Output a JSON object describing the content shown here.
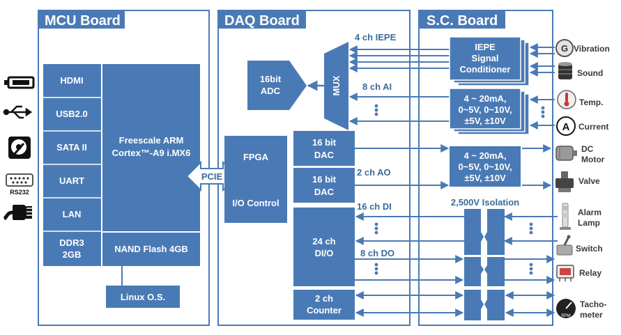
{
  "boards": {
    "mcu": "MCU Board",
    "daq": "DAQ Board",
    "sc": "S.C. Board"
  },
  "mcu": {
    "hdmi": "HDMI",
    "usb": "USB2.0",
    "sata": "SATA II",
    "uart": "UART",
    "lan": "LAN",
    "ddr_line1": "DDR3",
    "ddr_line2": "2GB",
    "cpu_line1": "Freescale ARM",
    "cpu_line2": "Cortex™-A9 i.MX6",
    "nand": "NAND Flash 4GB",
    "os": "Linux O.S.",
    "rs232": "RS232"
  },
  "link": {
    "pcie": "PCIE"
  },
  "daq": {
    "adc_line1": "16bit",
    "adc_line2": "ADC",
    "mux": "MUX",
    "fpga": "FPGA",
    "io_control": "I/O Control",
    "dac_line1": "16 bit",
    "dac_line2": "DAC",
    "dac2_line1": "16 bit",
    "dac2_line2": "DAC",
    "dio_line1": "24 ch",
    "dio_line2": "DI/O",
    "counter_line1": "2 ch",
    "counter_line2": "Counter",
    "iepe_label": "4 ch IEPE",
    "ai_label": "8 ch AI",
    "ao_label": "2 ch AO",
    "di_label": "16 ch DI",
    "do_label": "8 ch DO"
  },
  "sc": {
    "iepe_line1": "IEPE",
    "iepe_line2": "Signal",
    "iepe_line3": "Conditioner",
    "ai_line1": "4 ~ 20mA,",
    "ai_line2": "0~5V, 0~10V,",
    "ai_line3": "±5V, ±10V",
    "ao_line1": "4 ~ 20mA,",
    "ao_line2": "0~5V, 0~10V,",
    "ao_line3": "±5V, ±10V",
    "isolation": "2,500V Isolation"
  },
  "devices": {
    "vibration": "Vibration",
    "sound": "Sound",
    "temp": "Temp.",
    "current": "Current",
    "motor_line1": "DC",
    "motor_line2": "Motor",
    "valve": "Valve",
    "alarm_line1": "Alarm",
    "alarm_line2": "Lamp",
    "switch": "Switch",
    "relay": "Relay",
    "tacho_line1": "Tacho-",
    "tacho_line2": "meter",
    "tacho_rpm": "RPM",
    "vibration_glyph": "G",
    "current_glyph": "A"
  },
  "colors": {
    "block": "#4a7ab5",
    "line": "#4a7ab5",
    "label": "#3a6b9a"
  }
}
